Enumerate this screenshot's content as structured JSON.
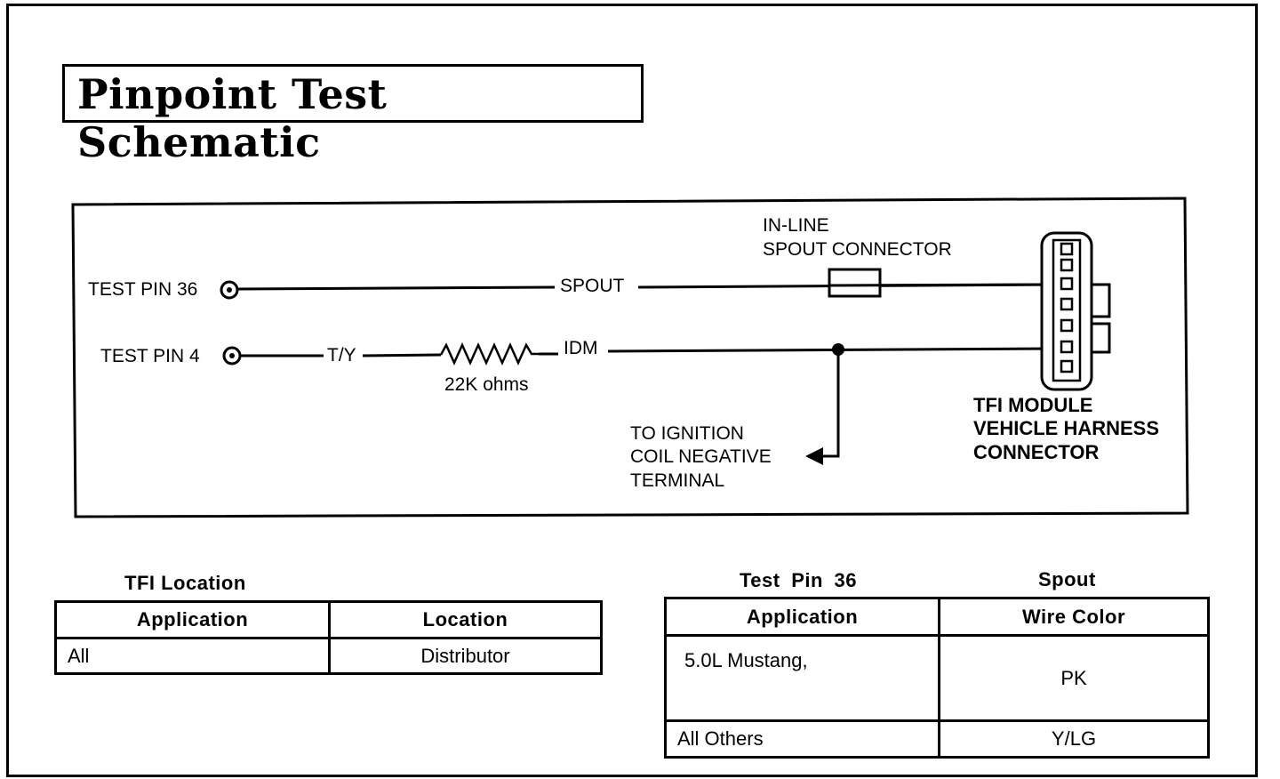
{
  "title": "Pinpoint Test Schematic",
  "schematic": {
    "test_pin_36_label": "TEST PIN 36",
    "test_pin_4_label": "TEST PIN 4",
    "spout_label": "SPOUT",
    "ty_label": "T/Y",
    "idm_label": "IDM",
    "resistor_label": "22K ohms",
    "inline_connector_label": [
      "IN-LINE",
      "SPOUT CONNECTOR"
    ],
    "ignition_label": [
      "TO IGNITION",
      "COIL NEGATIVE",
      "TERMINAL"
    ],
    "tfi_connector_label": [
      "TFI MODULE",
      "VEHICLE HARNESS",
      "CONNECTOR"
    ]
  },
  "tfi_location_table": {
    "caption": "TFI Location",
    "headers": [
      "Application",
      "Location"
    ],
    "rows": [
      [
        "All",
        "Distributor"
      ]
    ]
  },
  "pin36_table": {
    "caption_left": "Test Pin 36",
    "caption_right": "Spout",
    "headers": [
      "Application",
      "Wire Color"
    ],
    "rows": [
      [
        "5.0L Mustang,",
        "PK"
      ],
      [
        "All Others",
        "Y/LG"
      ]
    ]
  }
}
